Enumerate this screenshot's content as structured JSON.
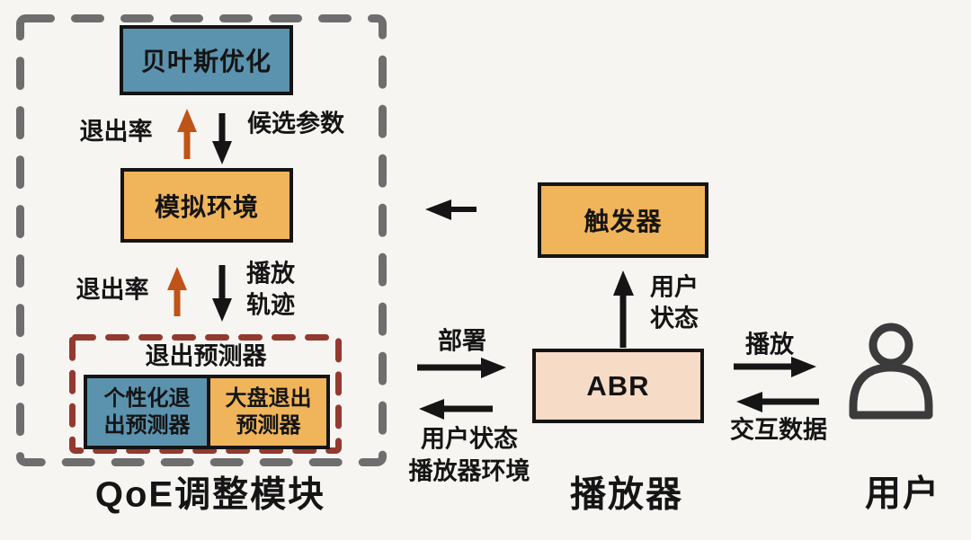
{
  "colors": {
    "background": "#f6f5f2",
    "teal_box": "#5b93ae",
    "orange_box": "#f0b45a",
    "peach_box": "#f6dbc7",
    "gray_dash_border": "#6e6e6e",
    "red_dash_border": "#93392f",
    "black_arrow": "#151515",
    "orange_arrow": "#bf5318",
    "text": "#151515"
  },
  "qoe_module": {
    "title": "QoE调整模块",
    "bayes_box_label": "贝叶斯优化",
    "sim_box_label": "模拟环境",
    "exit_rate_top_label": "退出率",
    "candidate_params_label": "候选参数",
    "exit_rate_bottom_label": "退出率",
    "playback_trace_line1": "播放",
    "playback_trace_line2": "轨迹",
    "predictor": {
      "title": "退出预测器",
      "personal_line1": "个性化退",
      "personal_line2": "出预测器",
      "global_line1": "大盘退出",
      "global_line2": "预测器"
    }
  },
  "player": {
    "title": "播放器",
    "trigger_box_label": "触发器",
    "abr_box_label": "ABR",
    "user_status_line1": "用户",
    "user_status_line2": "状态",
    "deploy_label": "部署",
    "feedback_line1": "用户状态",
    "feedback_line2": "播放器环境"
  },
  "user": {
    "title": "用户",
    "play_label": "播放",
    "interaction_label": "交互数据",
    "icon": "person-icon"
  }
}
